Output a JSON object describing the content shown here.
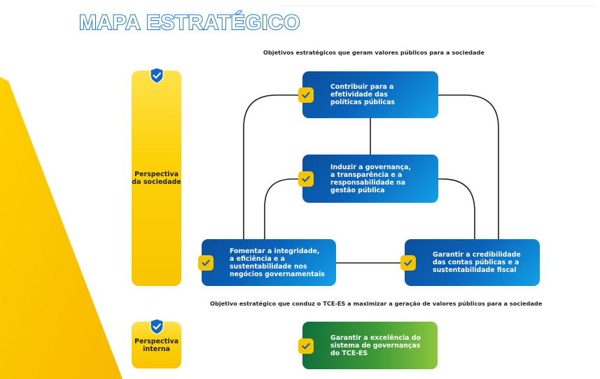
{
  "page": {
    "title": "MAPA ESTRATÉGICO",
    "subtitle_top": "Objetivos estratégicos que geram valores públicos para a sociedade",
    "subtitle_bottom": "Objetivo estratégico que conduz o TCE-ES a maximizar a geração de valores públicos para a sociedade"
  },
  "perspectives": {
    "sociedade": "Perspectiva\nda sociedade",
    "interna": "Perspectiva\ninterna"
  },
  "objectives": {
    "efetividade": "Contribuir para a\nefetividade das\npolíticas públicas",
    "governanca": "Induzir a governança,\na transparência e a\nresponsabilidade na\ngestão pública",
    "integridade": "Fomentar a integridade,\na eficiência e a\nsustentabilidade nos\nnegócios governamentais",
    "credibilidade": "Garantir a credibilidade\ndas contas públicas e a\nsustentabilidade fiscal",
    "excelencia": "Garantir a excelência do\nsistema de governanças\ndo TCE-ES"
  },
  "colors": {
    "title_blue": "#1a79cc",
    "yellow": "#fcd10a",
    "blue_dark": "#0b4f9c",
    "blue_light": "#12a0e6",
    "green_dark": "#106f3a",
    "green_light": "#8cc63f"
  },
  "icons": {
    "badge": "shield-check-icon",
    "check": "check-icon"
  }
}
